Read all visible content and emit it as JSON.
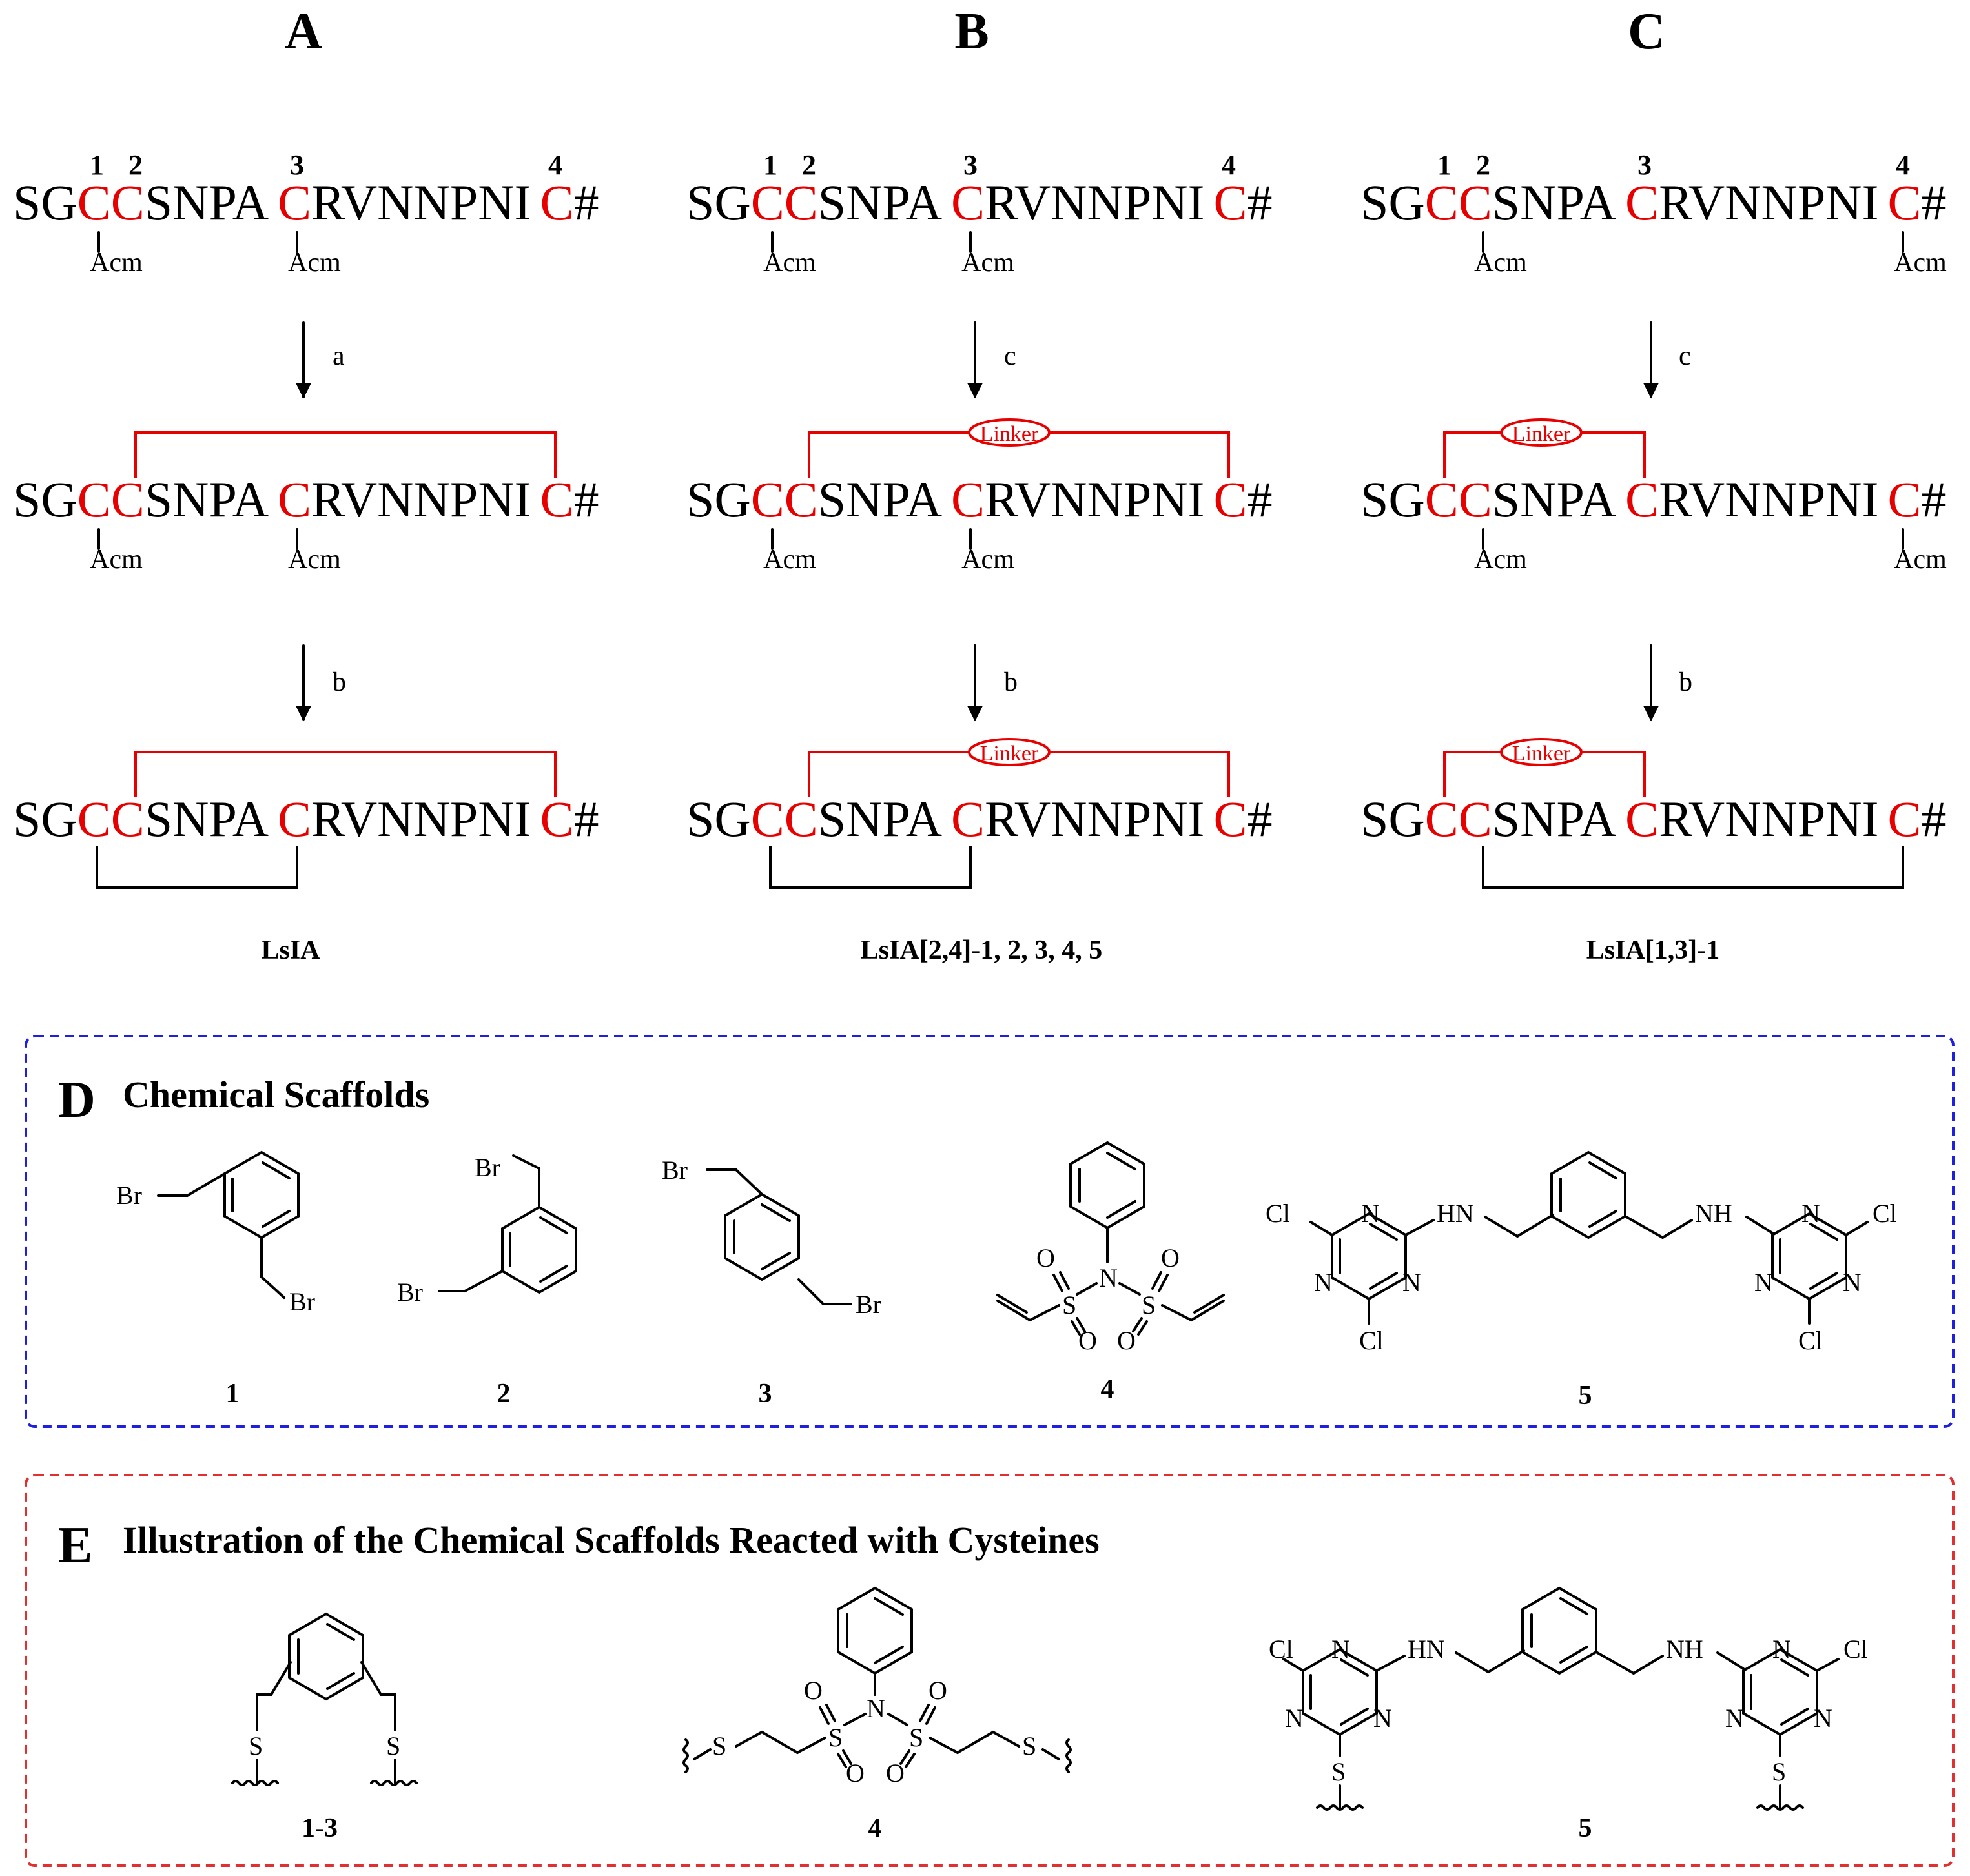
{
  "panels": {
    "A": {
      "label": "A",
      "steps": [
        "a",
        "b"
      ],
      "product": "LsIA"
    },
    "B": {
      "label": "B",
      "steps": [
        "c",
        "b"
      ],
      "product": "LsIA[2,4]-1, 2, 3, 4, 5"
    },
    "C": {
      "label": "C",
      "steps": [
        "c",
        "b"
      ],
      "product": "LsIA[1,3]-1"
    }
  },
  "sequence": {
    "parts": [
      "SG",
      "C",
      "C",
      "SNPA",
      "C",
      "RVNNPNI",
      "C",
      "#"
    ],
    "cys_numbers": [
      "1",
      "2",
      "3",
      "4"
    ],
    "protecting_group": "Acm",
    "cys_color": "#e60000"
  },
  "linker_label": "Linker",
  "section_d": {
    "letter": "D",
    "title": "Chemical Scaffolds",
    "border_color": "#1f1fe0",
    "compounds": [
      "1",
      "2",
      "3",
      "4",
      "5"
    ]
  },
  "section_e": {
    "letter": "E",
    "title": "Illustration of the Chemical Scaffolds Reacted with Cysteines",
    "border_color": "#e03030",
    "compounds": [
      "1-3",
      "4",
      "5"
    ]
  },
  "atoms": {
    "br": "Br",
    "cl": "Cl",
    "n": "N",
    "s": "S",
    "o": "O",
    "hn": "HN",
    "nh": "NH"
  }
}
